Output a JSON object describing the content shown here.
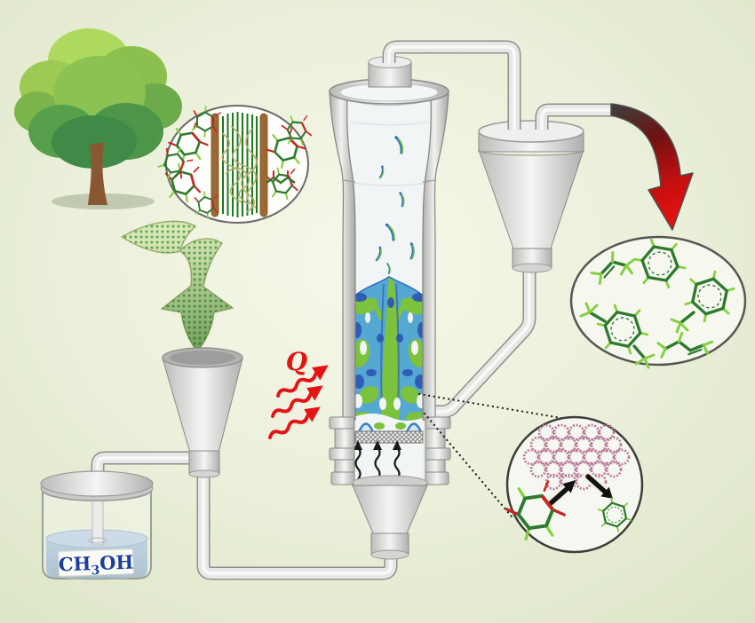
{
  "labels": {
    "heat": {
      "text": "Q",
      "color": "#e31414"
    },
    "methanol": {
      "main": "CH",
      "sub": "3",
      "tail": "OH",
      "color": "#1d3e9c"
    }
  },
  "palette": {
    "background": "#e9efda",
    "pipe_gray": "#e7e7e5",
    "vessel_gray": "#c6c6c4",
    "heat_red": "#e31414",
    "product_arrow_red": "#d90f0f",
    "feed_arrow_green": "#d7e7b8",
    "tree_green_light": "#aed95f",
    "tree_green_dark": "#3f8a46",
    "trunk_brown": "#8a5733",
    "bed_green": "#7cc23c",
    "bed_blue": "#2a55b4",
    "methanol_liquid": "#9db9cf",
    "molecule_bond_green": "#2d7a2e",
    "molecule_h_green": "#85d03f",
    "molecule_oxygen_red": "#cc2424",
    "zeolite_pink": "#bb7d9b",
    "lignin_tan": "#b5ad6d"
  },
  "components": {
    "tree": "tree",
    "biomass_inset": "biomass-microstructure",
    "feed_arrow": "biomass-feed-arrow",
    "funnel": "feed-funnel",
    "methanol_jar": "methanol-jar",
    "reactor": "fluidized-bed-reactor",
    "distributor": "gas-distributor-mesh",
    "heat_input": "heat-arrows",
    "cyclone": "cyclone-separator",
    "product_arrow": "product-arrow",
    "products_inset": "aromatic-products",
    "catalyst_inset": "zeolite-catalyst-reaction"
  }
}
